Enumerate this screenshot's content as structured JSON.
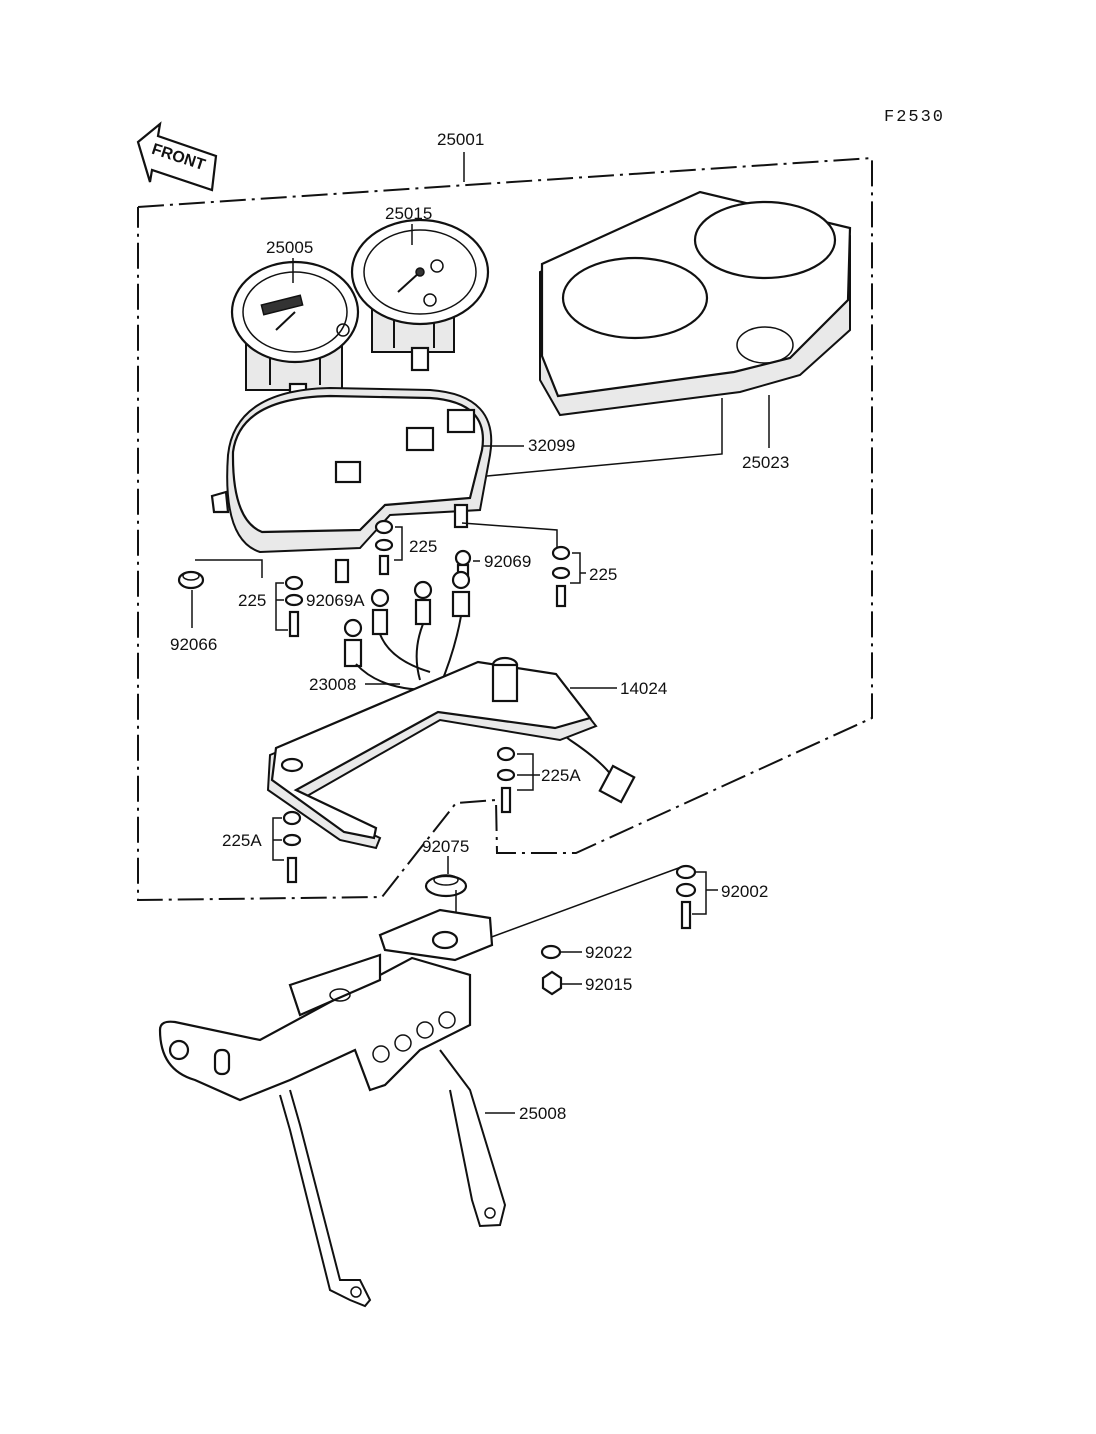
{
  "figure_code": "F2530",
  "front_label": "FRONT",
  "parts": {
    "p25001": "25001",
    "p25015": "25015",
    "p25005": "25005",
    "p32099": "32099",
    "p25023": "25023",
    "p225_a": "225",
    "p92069": "92069",
    "p225_b": "225",
    "p225_c": "225",
    "p92069A": "92069A",
    "p92066": "92066",
    "p23008": "23008",
    "p14024": "14024",
    "p225A_a": "225A",
    "p225A_b": "225A",
    "p92075": "92075",
    "p92002": "92002",
    "p92022": "92022",
    "p92015": "92015",
    "p25008": "25008"
  }
}
